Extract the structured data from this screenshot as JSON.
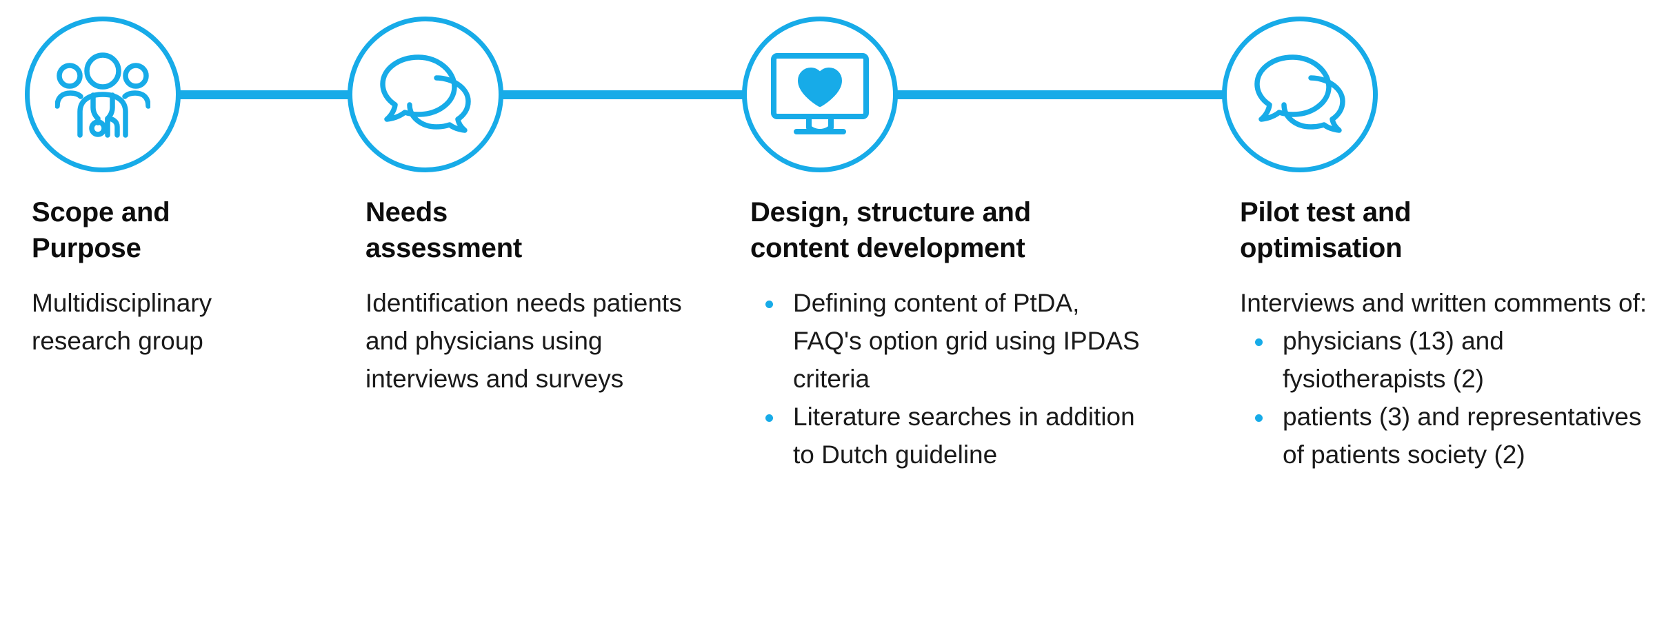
{
  "theme": {
    "accent": "#17ABE8",
    "text": "#1a1a1a",
    "heading": "#0d0d0d",
    "background": "#ffffff"
  },
  "diagram": {
    "type": "linear-process-flow",
    "connector_label": "horizontal-connector-line",
    "steps": [
      {
        "id": "scope-and-purpose",
        "icon": "people-group-stethoscope-icon",
        "title": "Scope and\nPurpose",
        "lead": "Multidisciplinary research group",
        "bullets": []
      },
      {
        "id": "needs-assessment",
        "icon": "speech-bubbles-icon",
        "title": "Needs\nassessment",
        "lead": "Identification needs patients and physicians using interviews and surveys",
        "bullets": []
      },
      {
        "id": "design-structure-and-content-development",
        "icon": "monitor-heart-icon",
        "title": "Design, structure and\ncontent development",
        "lead": "",
        "bullets": [
          "Defining content of PtDA, FAQ's option grid using IPDAS criteria",
          "Literature searches in addition to Dutch guideline"
        ]
      },
      {
        "id": "pilot-test-and-optimisation",
        "icon": "speech-bubbles-icon",
        "title": "Pilot test and\noptimisation",
        "lead": "Interviews and written comments of:",
        "bullets": [
          "physicians (13) and fysiotherapists (2)",
          "patients (3) and representatives of patients society (2)"
        ]
      }
    ]
  }
}
